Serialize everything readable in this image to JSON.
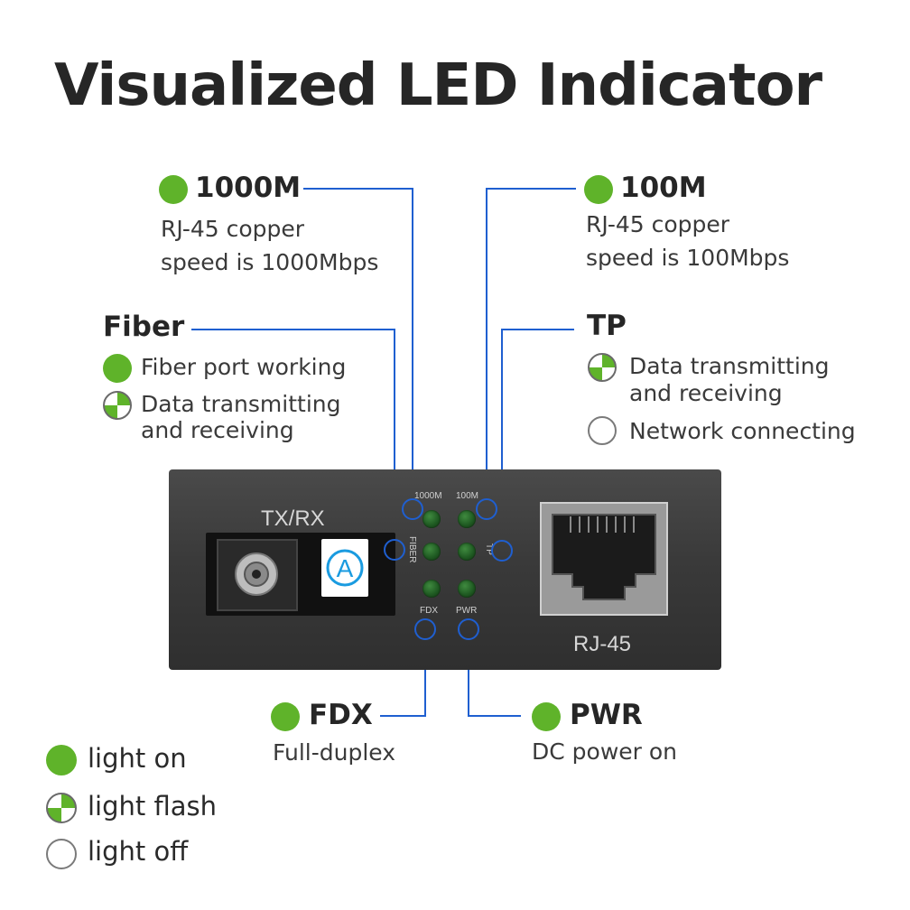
{
  "title": "Visualized LED Indicator",
  "callouts": {
    "m1000": {
      "heading": "1000M",
      "desc1": "RJ-45 copper",
      "desc2": "speed is 1000Mbps",
      "state": "light on"
    },
    "m100": {
      "heading": "100M",
      "desc1": "RJ-45 copper",
      "desc2": "speed is 100Mbps",
      "state": "light on"
    },
    "fiber": {
      "heading": "Fiber",
      "item1": "Fiber port working",
      "item1_state": "light on",
      "item2_line1": "Data transmitting",
      "item2_line2": "and receiving",
      "item2_state": "light flash"
    },
    "tp": {
      "heading": "TP",
      "item1_line1": "Data transmitting",
      "item1_line2": "and receiving",
      "item1_state": "light flash",
      "item2": "Network connecting",
      "item2_state": "light off"
    },
    "fdx": {
      "heading": "FDX",
      "desc": "Full-duplex",
      "state": "light on"
    },
    "pwr": {
      "heading": "PWR",
      "desc": "DC power on",
      "state": "light on"
    }
  },
  "device": {
    "txrx_label": "TX/RX",
    "logo_letter": "A",
    "rj45_label": "RJ-45",
    "led_labels": {
      "m1000": "1000M",
      "m100": "100M",
      "fiber": "FIBER",
      "tp": "TP",
      "fdx": "FDX",
      "pwr": "PWR"
    }
  },
  "legend": [
    {
      "label": "light on",
      "icon": "green-filled-circle"
    },
    {
      "label": "light flash",
      "icon": "green-white-quartered-circle"
    },
    {
      "label": "light off",
      "icon": "empty-circle"
    }
  ],
  "colors": {
    "led_on": "#5fb32a",
    "connector_line": "#1f5fd0",
    "device_body": "#3a3a3a"
  }
}
